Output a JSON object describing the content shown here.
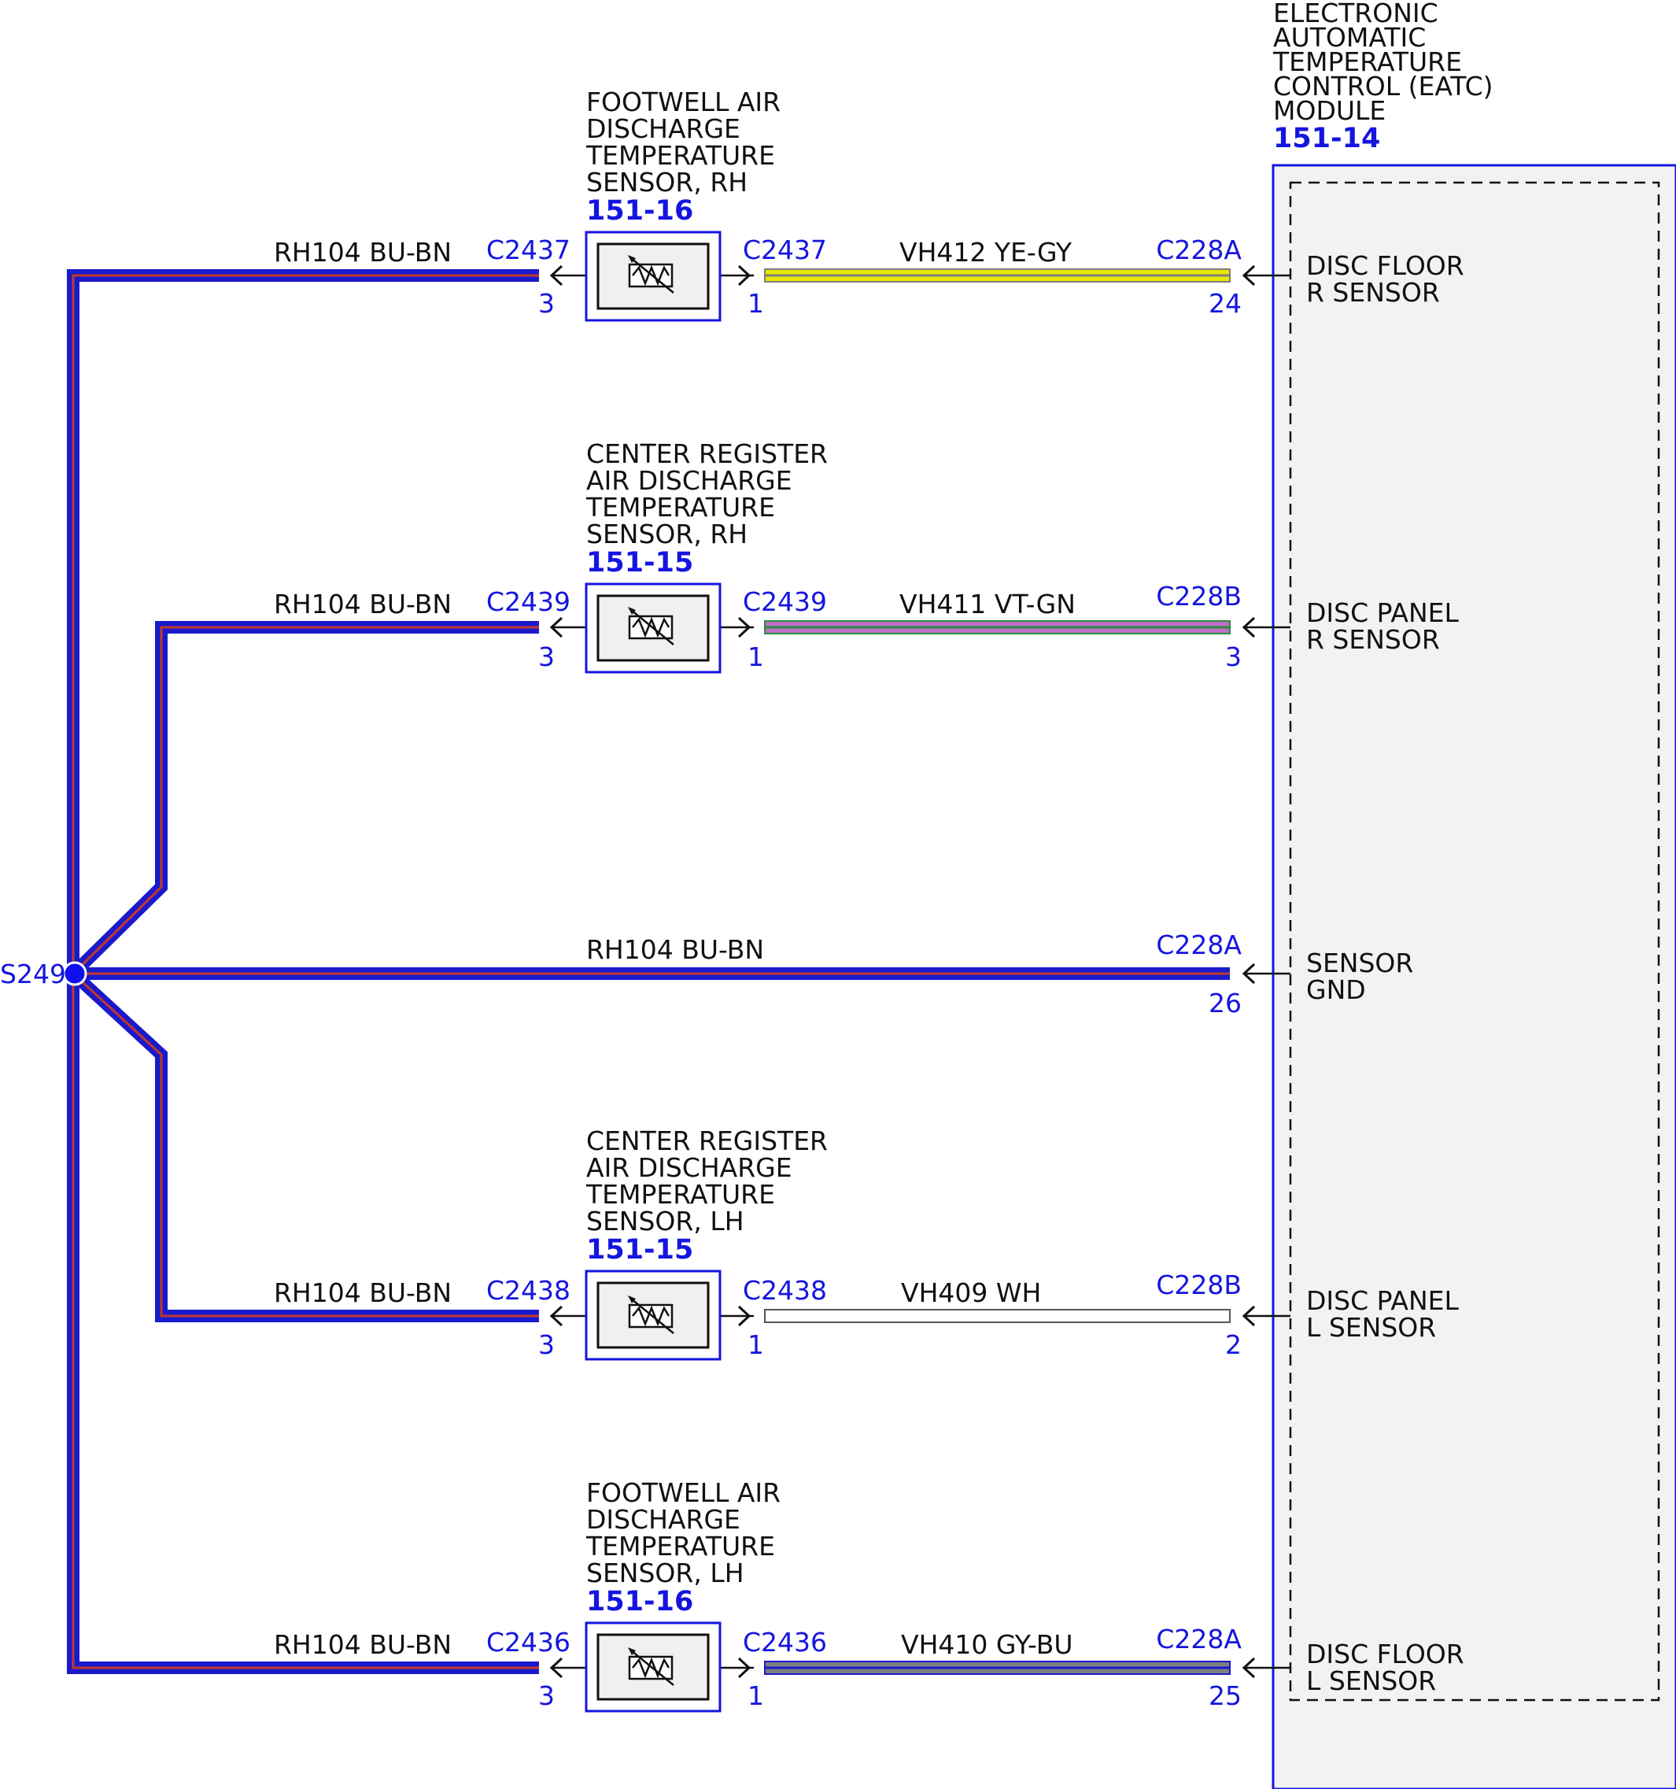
{
  "colors": {
    "connector_blue": "#1515e0",
    "splice_blue": "#1010ee",
    "wire_bu": "#1a1acc",
    "wire_bn": "#c0392b",
    "wire_ye": "#e8e800",
    "wire_gy": "#7d7d7d",
    "wire_vt": "#c070c8",
    "wire_gn": "#2e8b3a",
    "wire_wh": "#ffffff",
    "module_fill": "#f2f2f2"
  },
  "module": {
    "name_lines": [
      "ELECTRONIC",
      "AUTOMATIC",
      "TEMPERATURE",
      "CONTROL (EATC)",
      "MODULE"
    ],
    "ref": "151-14",
    "pins": [
      {
        "name_lines": [
          "DISC FLOOR",
          "R SENSOR"
        ],
        "connector": "C228A",
        "pin": "24"
      },
      {
        "name_lines": [
          "DISC PANEL",
          "R SENSOR"
        ],
        "connector": "C228B",
        "pin": "3"
      },
      {
        "name_lines": [
          "SENSOR",
          "GND"
        ],
        "connector": "C228A",
        "pin": "26"
      },
      {
        "name_lines": [
          "DISC PANEL",
          "L SENSOR"
        ],
        "connector": "C228B",
        "pin": "2"
      },
      {
        "name_lines": [
          "DISC FLOOR",
          "L SENSOR"
        ],
        "connector": "C228A",
        "pin": "25"
      }
    ]
  },
  "splice": {
    "label": "S249"
  },
  "sensors": [
    {
      "name_lines": [
        "FOOTWELL AIR",
        "DISCHARGE",
        "TEMPERATURE",
        "SENSOR, RH"
      ],
      "ref": "151-16",
      "connector": "C2437",
      "gnd_pin": "3",
      "sig_pin": "1",
      "gnd_wire": "RH104  BU-BN",
      "sig_wire": "VH412  YE-GY"
    },
    {
      "name_lines": [
        "CENTER REGISTER",
        "AIR DISCHARGE",
        "TEMPERATURE",
        "SENSOR, RH"
      ],
      "ref": "151-15",
      "connector": "C2439",
      "gnd_pin": "3",
      "sig_pin": "1",
      "gnd_wire": "RH104  BU-BN",
      "sig_wire": "VH411  VT-GN"
    },
    {
      "name_lines": [
        "CENTER REGISTER",
        "AIR DISCHARGE",
        "TEMPERATURE",
        "SENSOR, LH"
      ],
      "ref": "151-15",
      "connector": "C2438",
      "gnd_pin": "3",
      "sig_pin": "1",
      "gnd_wire": "RH104  BU-BN",
      "sig_wire": "VH409  WH"
    },
    {
      "name_lines": [
        "FOOTWELL AIR",
        "DISCHARGE",
        "TEMPERATURE",
        "SENSOR, LH"
      ],
      "ref": "151-16",
      "connector": "C2436",
      "gnd_pin": "3",
      "sig_pin": "1",
      "gnd_wire": "RH104  BU-BN",
      "sig_wire": "VH410  GY-BU"
    }
  ],
  "ground_wire": {
    "label": "RH104  BU-BN"
  }
}
